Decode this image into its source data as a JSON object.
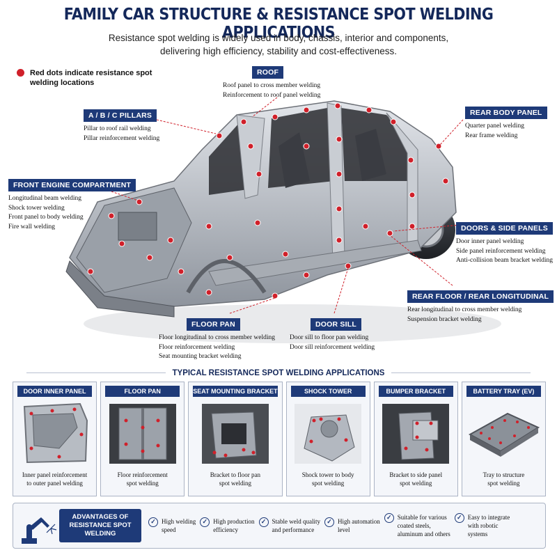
{
  "header": {
    "title": "FAMILY CAR STRUCTURE & RESISTANCE SPOT WELDING APPLICATIONS",
    "subtitle_line1": "Resistance spot welding is widely used in body, chassis, interior and components,",
    "subtitle_line2": "delivering high efficiency, stability and cost-effectiveness."
  },
  "legend": {
    "text": "Red dots indicate resistance spot welding locations",
    "color": "#d0202a"
  },
  "callouts": {
    "roof": {
      "tag": "ROOF",
      "lines": [
        "Roof panel to cross member welding",
        "Reinforcement to roof panel welding"
      ]
    },
    "pillars": {
      "tag": "A / B / C PILLARS",
      "lines": [
        "Pillar to roof rail welding",
        "Pillar reinforcement welding"
      ]
    },
    "rear_body": {
      "tag": "REAR BODY PANEL",
      "lines": [
        "Quarter panel welding",
        "Rear frame welding"
      ]
    },
    "front_engine": {
      "tag": "FRONT ENGINE COMPARTMENT",
      "lines": [
        "Longitudinal beam welding",
        "Shock tower welding",
        "Front panel to body welding",
        "Fire wall welding"
      ]
    },
    "doors": {
      "tag": "DOORS & SIDE PANELS",
      "lines": [
        "Door inner panel welding",
        "Side panel reinforcement welding",
        "Anti-collision beam bracket welding"
      ]
    },
    "rear_floor": {
      "tag": "REAR FLOOR / REAR LONGITUDINAL",
      "lines": [
        "Rear longitudinal to cross member welding",
        "Suspension bracket welding"
      ]
    },
    "floor_pan": {
      "tag": "FLOOR PAN",
      "lines": [
        "Floor longitudinal to cross member welding",
        "Floor reinforcement welding",
        "Seat mounting bracket welding"
      ]
    },
    "door_sill": {
      "tag": "DOOR SILL",
      "lines": [
        "Door sill to floor pan welding",
        "Door sill reinforcement welding"
      ]
    }
  },
  "applications": {
    "title": "TYPICAL RESISTANCE SPOT WELDING APPLICATIONS",
    "items": [
      {
        "tag": "DOOR INNER PANEL",
        "caption1": "Inner panel reinforcement",
        "caption2": "to outer panel welding"
      },
      {
        "tag": "FLOOR PAN",
        "caption1": "Floor reinforcement",
        "caption2": "spot welding"
      },
      {
        "tag": "SEAT MOUNTING BRACKET",
        "caption1": "Bracket to floor pan",
        "caption2": "spot welding"
      },
      {
        "tag": "SHOCK TOWER",
        "caption1": "Shock tower to body",
        "caption2": "spot welding"
      },
      {
        "tag": "BUMPER BRACKET",
        "caption1": "Bracket to side panel",
        "caption2": "spot welding"
      },
      {
        "tag": "BATTERY TRAY (EV)",
        "caption1": "Tray to structure",
        "caption2": "spot welding"
      }
    ]
  },
  "advantages": {
    "title_line1": "ADVANTAGES OF",
    "title_line2": "RESISTANCE SPOT WELDING",
    "items": [
      {
        "l1": "High welding",
        "l2": "speed",
        "l3": ""
      },
      {
        "l1": "High production",
        "l2": "efficiency",
        "l3": ""
      },
      {
        "l1": "Stable weld quality",
        "l2": "and performance",
        "l3": ""
      },
      {
        "l1": "High automation",
        "l2": "level",
        "l3": ""
      },
      {
        "l1": "Suitable for various",
        "l2": "coated steels,",
        "l3": "aluminum and others"
      },
      {
        "l1": "Easy to integrate",
        "l2": "with robotic",
        "l3": "systems"
      }
    ]
  },
  "colors": {
    "navy": "#1e3a78",
    "weld_dot": "#d0202a",
    "metal": "#b9bdc4"
  }
}
